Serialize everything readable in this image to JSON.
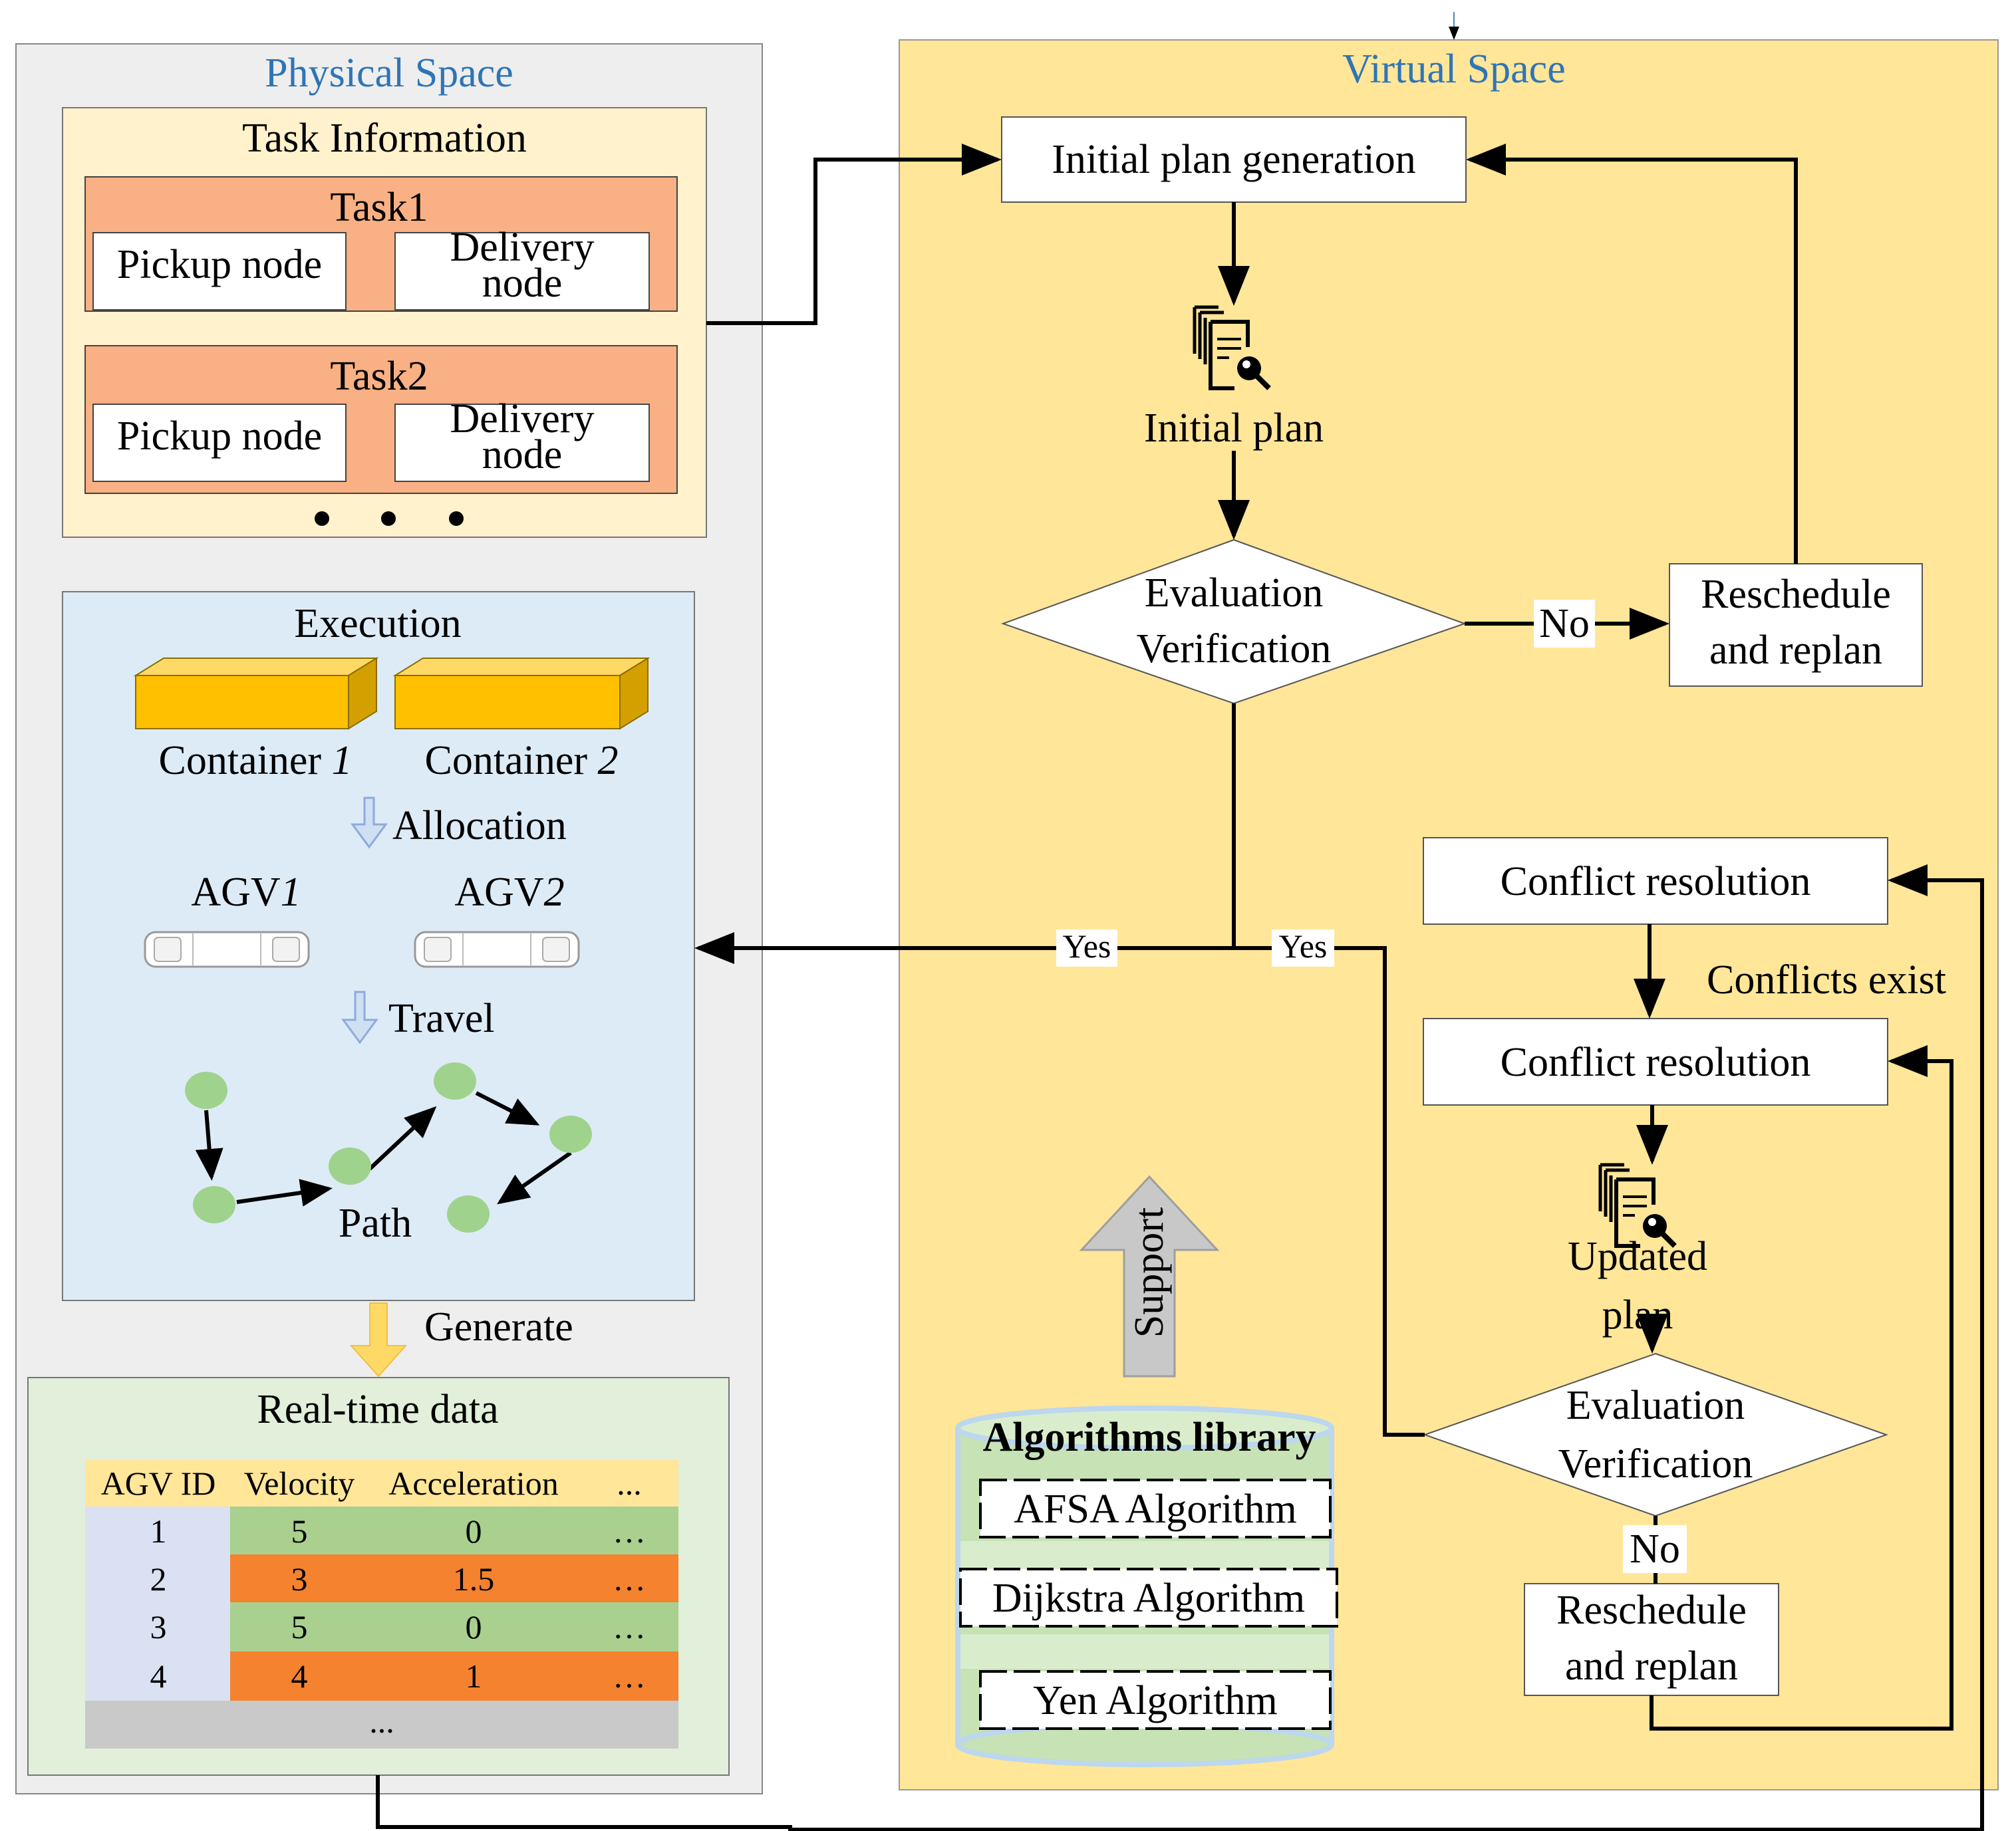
{
  "physical_space": {
    "title": "Physical Space",
    "task_info": {
      "title": "Task Information",
      "tasks": [
        {
          "name": "Task1",
          "pickup": "Pickup node",
          "delivery_line1": "Delivery",
          "delivery_line2": "node"
        },
        {
          "name": "Task2",
          "pickup": "Pickup node",
          "delivery_line1": "Delivery",
          "delivery_line2": "node"
        }
      ]
    },
    "execution": {
      "title": "Execution",
      "container1_label": "Container",
      "container1_num": "1",
      "container2_label": "Container",
      "container2_num": "2",
      "allocation": "Allocation",
      "agv1_label": "AGV",
      "agv1_num": "1",
      "agv2_label": "AGV",
      "agv2_num": "2",
      "travel": "Travel",
      "path": "Path"
    },
    "generate": "Generate",
    "realtime": {
      "title": "Real-time data",
      "headers": [
        "AGV ID",
        "Velocity",
        "Acceleration",
        "..."
      ],
      "rows": [
        [
          "1",
          "5",
          "0",
          "…"
        ],
        [
          "2",
          "3",
          "1.5",
          "…"
        ],
        [
          "3",
          "5",
          "0",
          "…"
        ],
        [
          "4",
          "4",
          "1",
          "…"
        ]
      ],
      "footer": "..."
    }
  },
  "virtual_space": {
    "title": "Virtual Space",
    "initial_plan_generation": "Initial plan generation",
    "initial_plan": "Initial plan",
    "eval1_line1": "Evaluation",
    "eval1_line2": "Verification",
    "no1": "No",
    "reschedule1_line1": "Reschedule",
    "reschedule1_line2": "and replan",
    "yes1": "Yes",
    "yes2": "Yes",
    "conflict1": "Conflict resolution",
    "conflicts_exist": "Conflicts exist",
    "conflict2": "Conflict resolution",
    "updated_plan_line1": "Updated",
    "updated_plan_line2": "plan",
    "eval2_line1": "Evaluation",
    "eval2_line2": "Verification",
    "no2": "No",
    "reschedule2_line1": "Reschedule",
    "reschedule2_line2": "and replan",
    "support": "Support",
    "algorithms": {
      "title": "Algorithms library",
      "items": [
        "AFSA Algorithm",
        "Dijkstra Algorithm",
        "Yen  Algorithm"
      ]
    }
  },
  "colors": {
    "physical_bg": "#eeeeee",
    "virtual_bg": "#ffe699",
    "task_panel": "#fff2cc",
    "task_row": "#f8b084",
    "execution_bg": "#ddebf7",
    "realtime_bg": "#e2efda",
    "container": "#ffc000",
    "node": "#9fd38d",
    "table_header": "#ffe699",
    "table_id_col": "#d9e1f2",
    "row_green": "#a9d08e",
    "row_orange": "#f4822f",
    "table_footer": "#c9c9c9",
    "title_blue": "#2e75b6"
  }
}
